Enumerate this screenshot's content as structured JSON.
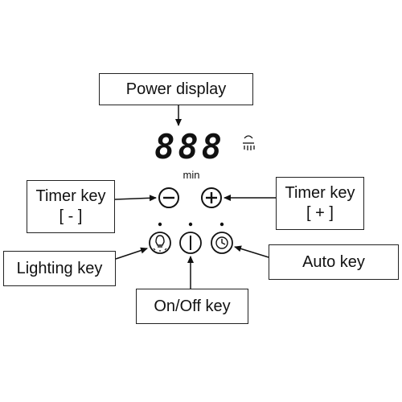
{
  "callouts": {
    "power_display": "Power display",
    "timer_minus": {
      "title": "Timer key",
      "sub": "[ - ]"
    },
    "timer_plus": {
      "title": "Timer key",
      "sub": "[ + ]"
    },
    "lighting_key": "Lighting key",
    "auto_key": "Auto key",
    "onoff_key": "On/Off key"
  },
  "panel": {
    "display_digits": "888",
    "timer_unit": "min"
  },
  "icons": {
    "display_fan": "fan-level-icon",
    "minus": "minus-circle-icon",
    "plus": "plus-circle-icon",
    "light": "lightbulb-circle-icon",
    "power": "power-circle-icon",
    "auto": "clock-circle-icon"
  }
}
